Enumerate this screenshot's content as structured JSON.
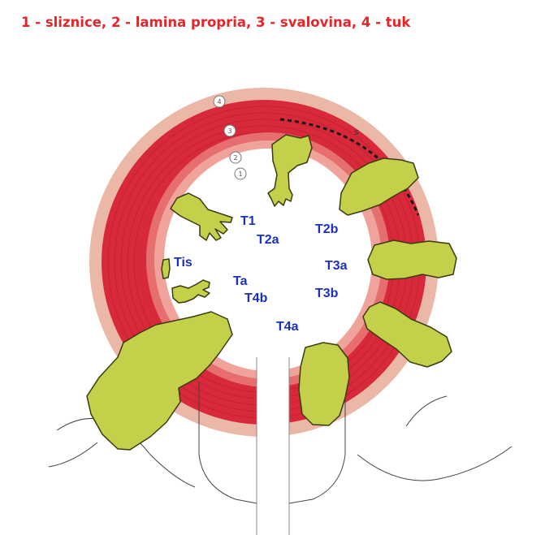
{
  "caption": "1 - sliznice, 2 - lamina propria, 3 - svalovina, 4 - tuk",
  "layer_markers": [
    "4",
    "3",
    "2",
    "1"
  ],
  "margin_mark": "s",
  "stages": {
    "t1": "T1",
    "t2a": "T2a",
    "t2b": "T2b",
    "tis": "Tis",
    "t3a": "T3a",
    "ta": "Ta",
    "t4b": "T4b",
    "t3b": "T3b",
    "t4a": "T4a"
  },
  "colors": {
    "caption_red": "#e4262b",
    "fat_layer": "#ebb8a8",
    "muscle_layer": "#d8293a",
    "lamina_propria": "#e66e6e",
    "mucosa": "#f0a39b",
    "tumor": "#c4d04a",
    "label_blue": "#1a2fc4"
  }
}
